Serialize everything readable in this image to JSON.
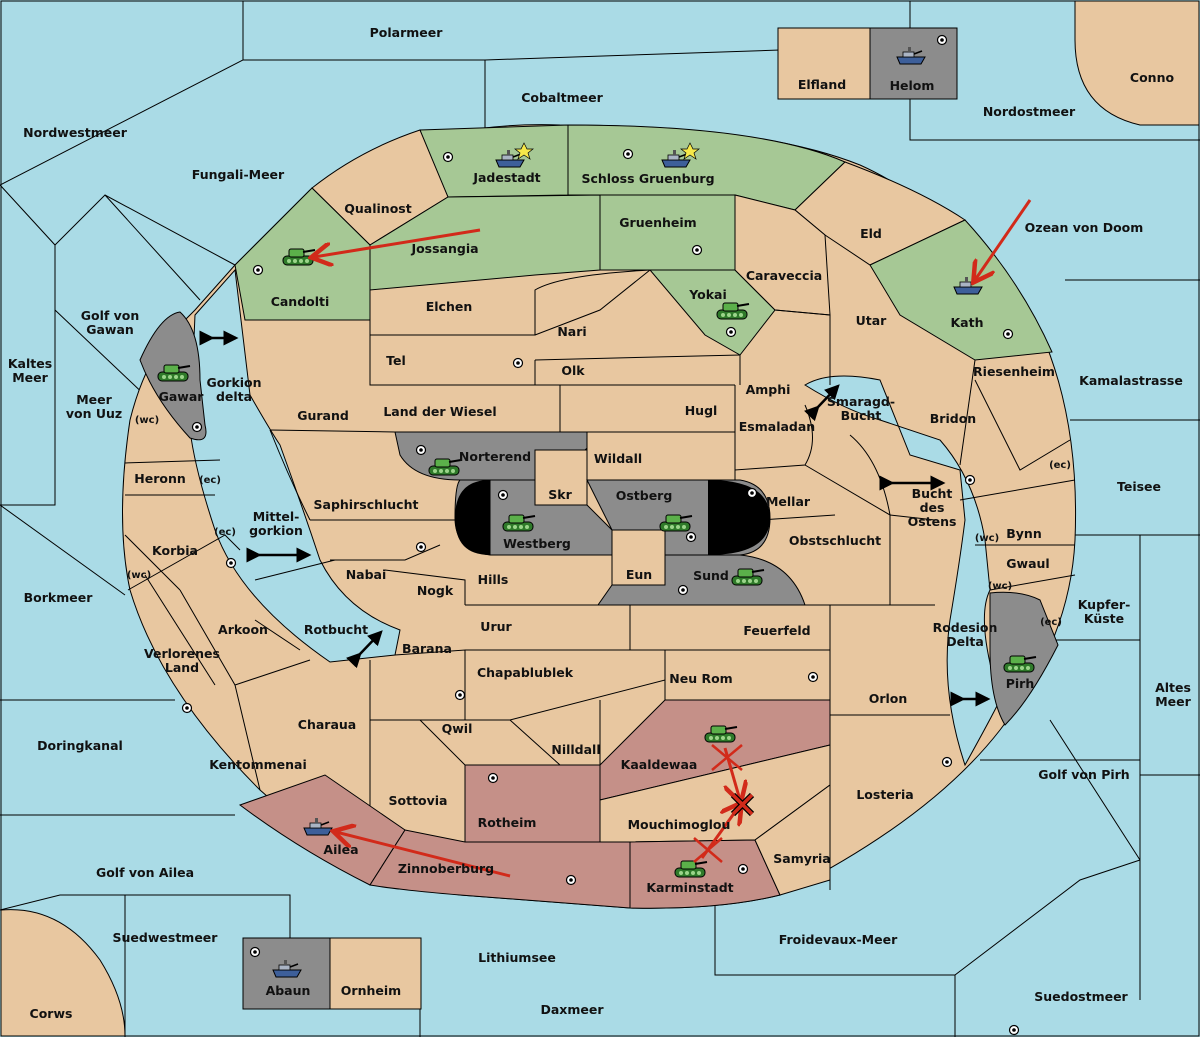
{
  "colors": {
    "sea": "#aadbe6",
    "land": "#e8c7a0",
    "green_power": "#a6c895",
    "red_power": "#c59088",
    "gray_power": "#8c8c8c",
    "order_arrow": "#d22a1a"
  },
  "seas": {
    "polarmeer": "Polarmeer",
    "cobaltmeer": "Cobaltmeer",
    "nordwestmeer": "Nordwestmeer",
    "fungali": "Fungali-Meer",
    "nordostmeer": "Nordostmeer",
    "ozean_doom": "Ozean von Doom",
    "golf_gawan": "Golf von\nGawan",
    "kaltes_meer": "Kaltes\nMeer",
    "meer_uuz": "Meer\nvon Uuz",
    "kamalastrasse": "Kamalastrasse",
    "teisee": "Teisee",
    "borkmeer": "Borkmeer",
    "kupfer_kueste": "Kupfer-\nKüste",
    "altes_meer": "Altes\nMeer",
    "doringkanal": "Doringkanal",
    "golf_pirh": "Golf von Pirh",
    "golf_ailea": "Golf von Ailea",
    "suedwestmeer": "Suedwestmeer",
    "lithiumsee": "Lithiumsee",
    "froidevaux": "Froidevaux-Meer",
    "suedostmeer": "Suedostmeer",
    "daxmeer": "Daxmeer",
    "gorkion_delta": "Gorkion\ndelta",
    "mittel_gorkion": "Mittel-\ngorkion",
    "rotbucht": "Rotbucht",
    "smaragd_bucht": "Smaragd-\nBucht",
    "bucht_ostens": "Bucht\ndes\nOstens",
    "rodesion_delta": "Rodesion\nDelta"
  },
  "lands": {
    "conno": "Conno",
    "corws": "Corws",
    "elfland": "Elfland",
    "helom": "Helom",
    "abaun": "Abaun",
    "ornheim": "Ornheim",
    "jadestadt": "Jadestadt",
    "schloss": "Schloss Gruenburg",
    "qualinost": "Qualinost",
    "jossangia": "Jossangia",
    "candolti": "Candolti",
    "gruenheim": "Gruenheim",
    "eld": "Eld",
    "caraveccia": "Caraveccia",
    "yokai": "Yokai",
    "kath": "Kath",
    "elchen": "Elchen",
    "nari": "Nari",
    "tel": "Tel",
    "olk": "Olk",
    "utar": "Utar",
    "amphi": "Amphi",
    "riesenheim": "Riesenheim",
    "gawar": "Gawar",
    "gurand": "Gurand",
    "land_wiesel": "Land der Wiesel",
    "hugl": "Hugl",
    "esmaladan": "Esmaladan",
    "bridon": "Bridon",
    "heronn": "Heronn",
    "norterend": "Norterend",
    "wildall": "Wildall",
    "skr": "Skr",
    "ostberg": "Ostberg",
    "mellar": "Mellar",
    "westberg": "Westberg",
    "saphirschlucht": "Saphirschlucht",
    "obstschlucht": "Obstschlucht",
    "bynn": "Bynn",
    "korbia": "Korbia",
    "nabai": "Nabai",
    "hills": "Hills",
    "eun": "Eun",
    "sund": "Sund",
    "gwaul": "Gwaul",
    "nogk": "Nogk",
    "arkoon": "Arkoon",
    "urur": "Urur",
    "feuerfeld": "Feuerfeld",
    "barana": "Barana",
    "pirh": "Pirh",
    "verlorenes": "Verlorenes\nLand",
    "chapablublek": "Chapablublek",
    "neu_rom": "Neu Rom",
    "orlon": "Orlon",
    "charaua": "Charaua",
    "qwil": "Qwil",
    "nilldall": "Nilldall",
    "kaaldewaa": "Kaaldewaa",
    "kentommenai": "Kentommenai",
    "sottovia": "Sottovia",
    "losteria": "Losteria",
    "rotheim": "Rotheim",
    "mouchimoglou": "Mouchimoglou",
    "ailea": "Ailea",
    "zinnoberburg": "Zinnoberburg",
    "samyria": "Samyria",
    "karminstadt": "Karminstadt"
  },
  "coasts": {
    "wc": "(wc)",
    "ec": "(ec)"
  },
  "units": [
    {
      "type": "tank",
      "power": "green",
      "at": "Candolti"
    },
    {
      "type": "ship",
      "power": "green",
      "at": "Jadestadt"
    },
    {
      "type": "ship",
      "power": "green",
      "at": "Schloss Gruenburg"
    },
    {
      "type": "tank",
      "power": "green",
      "at": "Yokai"
    },
    {
      "type": "ship",
      "power": "green",
      "at": "Kath"
    },
    {
      "type": "tank",
      "power": "gray",
      "at": "Gawar"
    },
    {
      "type": "tank",
      "power": "gray",
      "at": "Norterend"
    },
    {
      "type": "tank",
      "power": "gray",
      "at": "Westberg"
    },
    {
      "type": "tank",
      "power": "gray",
      "at": "Ostberg"
    },
    {
      "type": "tank",
      "power": "gray",
      "at": "Sund"
    },
    {
      "type": "tank",
      "power": "gray",
      "at": "Pirh"
    },
    {
      "type": "ship",
      "power": "gray",
      "at": "Helom"
    },
    {
      "type": "ship",
      "power": "gray",
      "at": "Abaun"
    },
    {
      "type": "tank",
      "power": "red",
      "at": "Kaaldewaa"
    },
    {
      "type": "tank",
      "power": "red",
      "at": "Karminstadt"
    },
    {
      "type": "ship",
      "power": "red",
      "at": "Ailea"
    }
  ],
  "icons": [
    "supply-center-icon",
    "tank-icon",
    "ship-icon",
    "star-icon",
    "order-arrow-icon",
    "bounce-x-icon",
    "canal-arrow-icon"
  ]
}
